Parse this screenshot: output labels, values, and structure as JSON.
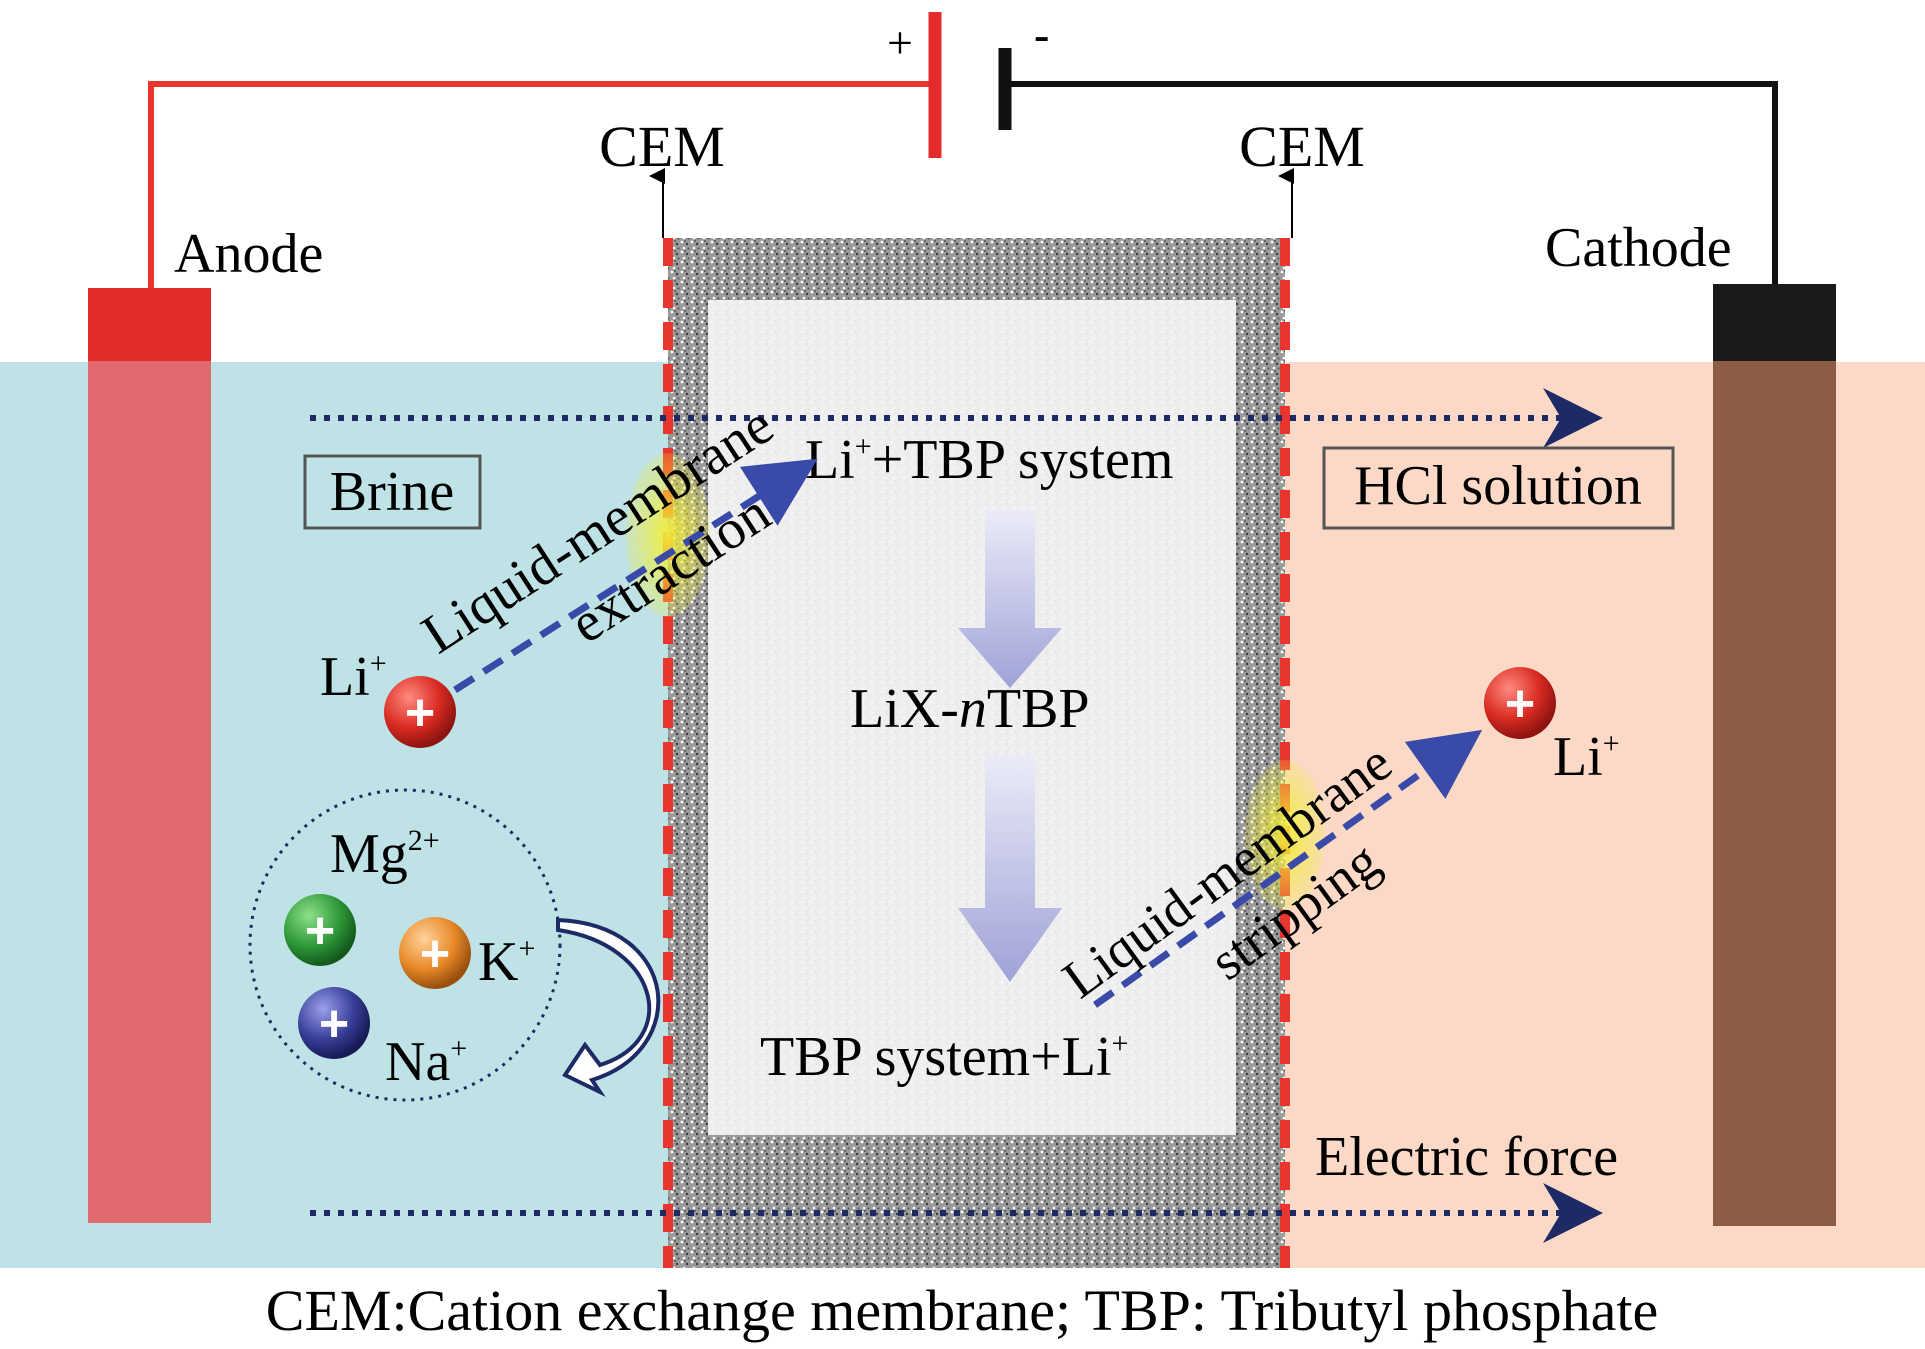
{
  "circuit": {
    "plus_sign": "+",
    "minus_sign": "-",
    "anode_label": "Anode",
    "cathode_label": "Cathode",
    "membrane_left_label": "CEM",
    "membrane_right_label": "CEM"
  },
  "left_chamber": {
    "box_label": "Brine",
    "li_ion": "Li",
    "li_charge": "+",
    "mg_ion": "Mg",
    "mg_charge": "2+",
    "k_ion": "K",
    "k_charge": "+",
    "na_ion": "Na",
    "na_charge": "+",
    "extraction_line1": "Liquid-membrane",
    "extraction_line2": "extraction"
  },
  "middle_chamber": {
    "top_li": "Li",
    "top_charge": "+",
    "top_rest": "+TBP system",
    "mid_prefix": "LiX-",
    "mid_italic": "n",
    "mid_suffix": "TBP",
    "bottom_text": "TBP system+Li",
    "bottom_charge": "+"
  },
  "right_chamber": {
    "box_label": "HCl solution",
    "li_ion": "Li",
    "li_charge": "+",
    "stripping_line1": "Liquid-membrane",
    "stripping_line2": "stripping",
    "electric_force": "Electric force"
  },
  "caption": "CEM:Cation exchange membrane; TBP: Tributyl phosphate",
  "colors": {
    "brine": "#bfe2e6",
    "hcl": "#fbd9c6",
    "anode": "#e06a6f",
    "anode_cap": "#e32b2b",
    "cathode": "#8c5c45",
    "cathode_cap": "#1a1a1a",
    "membrane": "#e8352d",
    "arrow_blue": "#3a4aa8",
    "dotted": "#1e2a66"
  }
}
